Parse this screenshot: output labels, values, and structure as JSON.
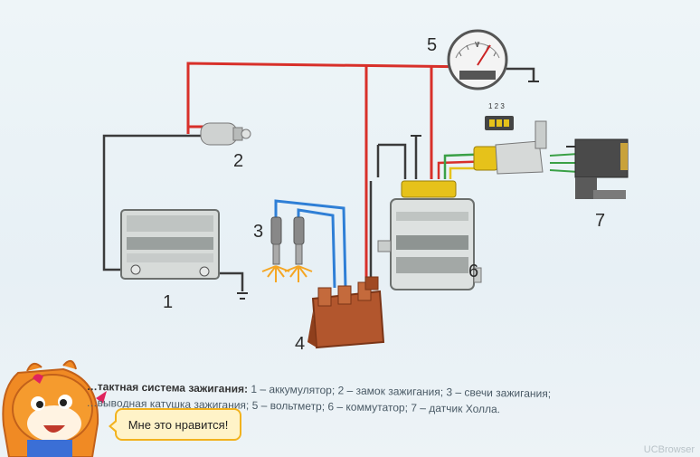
{
  "diagram": {
    "labels": {
      "battery": "1",
      "ignition_switch": "2",
      "spark_plugs": "3",
      "ignition_coil": "4",
      "voltmeter": "5",
      "commutator": "6",
      "hall_sensor": "7"
    },
    "connector_pins": "1 2 3",
    "voltmeter_unit": "V"
  },
  "caption": {
    "title": "…тактная система зажигания:",
    "line1": "1 – аккумулятор; 2 – замок зажигания; 3 – свечи зажигания;",
    "line2": "…вывoдная катушка зажигания; 5 – вольтметр; 6 – коммутатор; 7 – датчик Холла."
  },
  "overlay": {
    "like_label": "Мне это нравится!",
    "watermark": "UCBrowser"
  },
  "colors": {
    "wire_red": "#d8302a",
    "wire_black": "#3b3b3b",
    "wire_blue": "#2f7fd6",
    "wire_green": "#3aa046",
    "wire_yellow": "#e6c21a",
    "coil_brown": "#b2562d",
    "like_border": "#f2b21d"
  }
}
